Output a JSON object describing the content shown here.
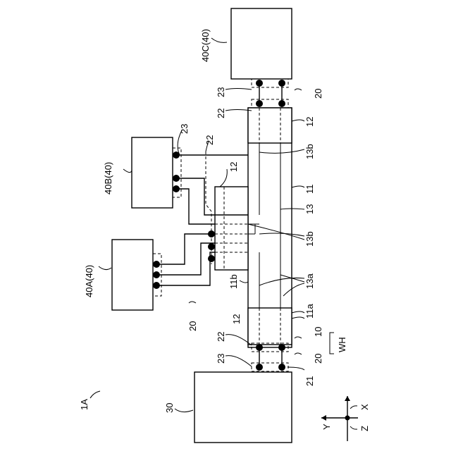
{
  "labels": {
    "system": "1A",
    "device_c": "40C(40)",
    "device_b": "40B(40)",
    "device_a": "40A(40)",
    "unit_30": "30",
    "ref_20_top": "20",
    "ref_20_mid": "20",
    "ref_20_bottom": "20",
    "ref_23_top": "23",
    "ref_22_top": "22",
    "ref_23_b": "23",
    "ref_22_b": "22",
    "ref_22_bottom": "22",
    "ref_23_bottom": "23",
    "ref_12_top": "12",
    "ref_12_mid": "12",
    "ref_12_bottom": "12",
    "ref_13b_top": "13b",
    "ref_11": "11",
    "ref_13": "13",
    "ref_13b_bottom": "13b",
    "ref_13a": "13a",
    "ref_11b": "11b",
    "ref_11a": "11a",
    "ref_10": "10",
    "ref_wh": "WH",
    "ref_21": "21",
    "axis_x": "X",
    "axis_y": "Y",
    "axis_z": "Z"
  }
}
